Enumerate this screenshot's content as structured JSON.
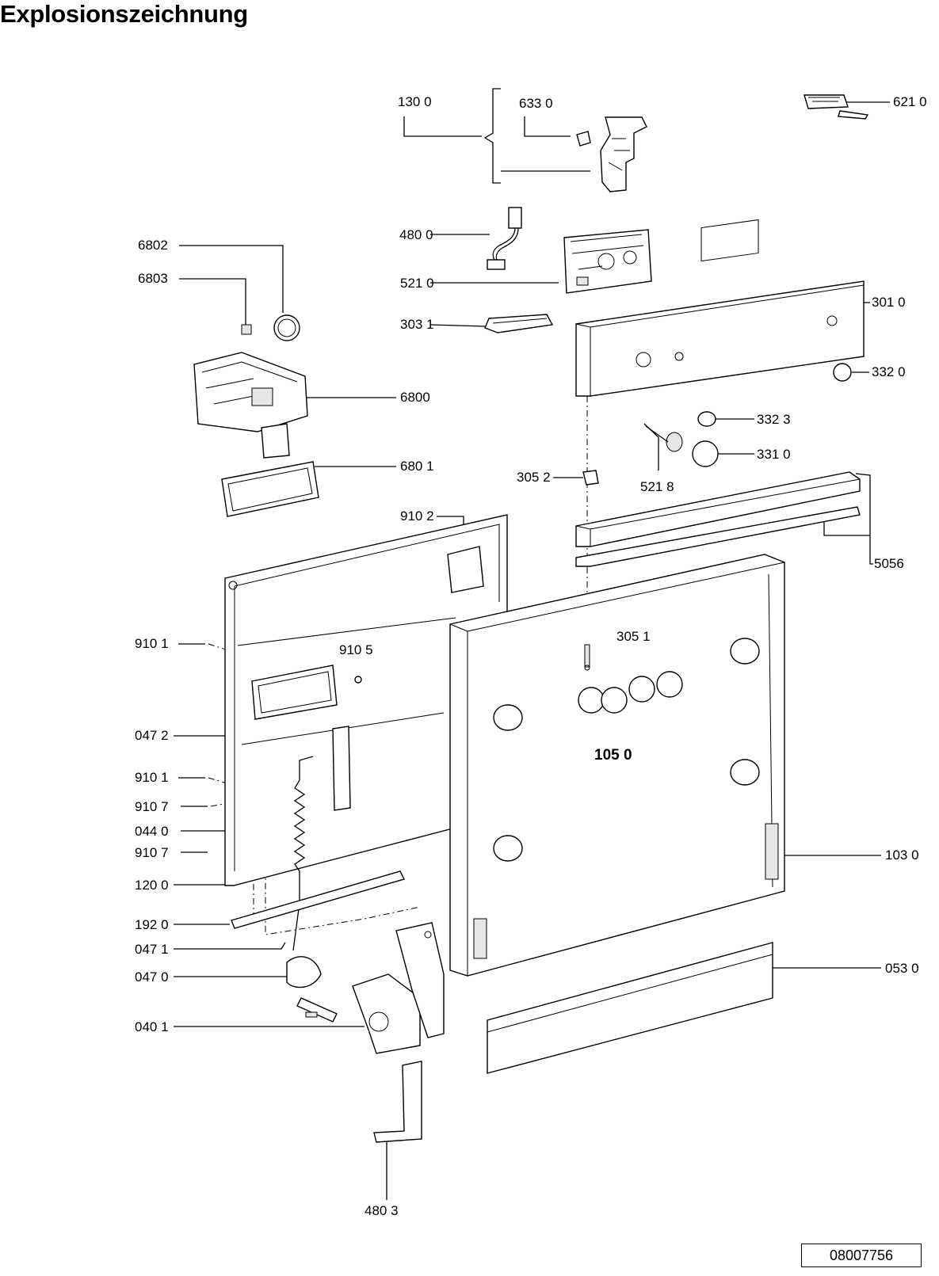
{
  "title": "Explosionszeichnung",
  "document_number": "08007756",
  "callouts": {
    "p6330": "633 0",
    "p1300": "130 0",
    "p6210": "621 0",
    "p4800": "480 0",
    "p5210": "521 0",
    "p3031": "303 1",
    "p3010": "301 0",
    "p3320": "332 0",
    "p3323": "332 3",
    "p3310": "331 0",
    "p5218": "521 8",
    "p3052": "305 2",
    "p5056": "5056",
    "p6802": "6802",
    "p6803": "6803",
    "p6800": "6800",
    "p6801": "680 1",
    "p9102": "910 2",
    "p9101a": "910 1",
    "p9105": "910 5",
    "p3051": "305 1",
    "p1050": "105 0",
    "p0472": "047 2",
    "p9101b": "910 1",
    "p9107a": "910 7",
    "p0440": "044 0",
    "p9107b": "910 7",
    "p1200": "120 0",
    "p1030": "103 0",
    "p1920": "192 0",
    "p0471": "047 1",
    "p0470": "047 0",
    "p0530": "053 0",
    "p0401": "040 1",
    "p4803": "480 3"
  }
}
